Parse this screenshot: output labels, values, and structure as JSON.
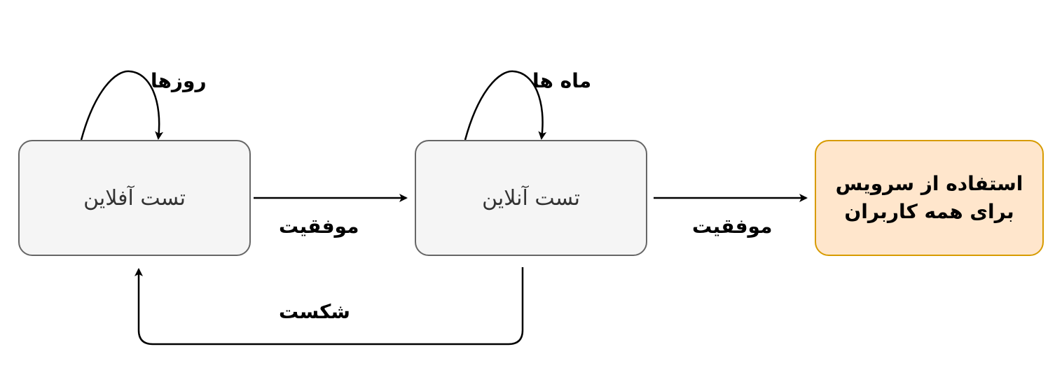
{
  "nodes": {
    "offline_test": "تست آفلاین",
    "online_test": "تست آنلاین",
    "service_all_users": "استفاده از سرویس برای همه کاربران"
  },
  "edges": {
    "offline_loop": "روزها",
    "online_loop": "ماه ها",
    "offline_to_online": "موفقیت",
    "online_to_service": "موفقیت",
    "online_to_offline": "شکست"
  },
  "colors": {
    "gray_fill": "#f5f5f5",
    "gray_stroke": "#666666",
    "orange_fill": "#ffe6cc",
    "orange_stroke": "#d79b00",
    "edge": "#000000"
  }
}
